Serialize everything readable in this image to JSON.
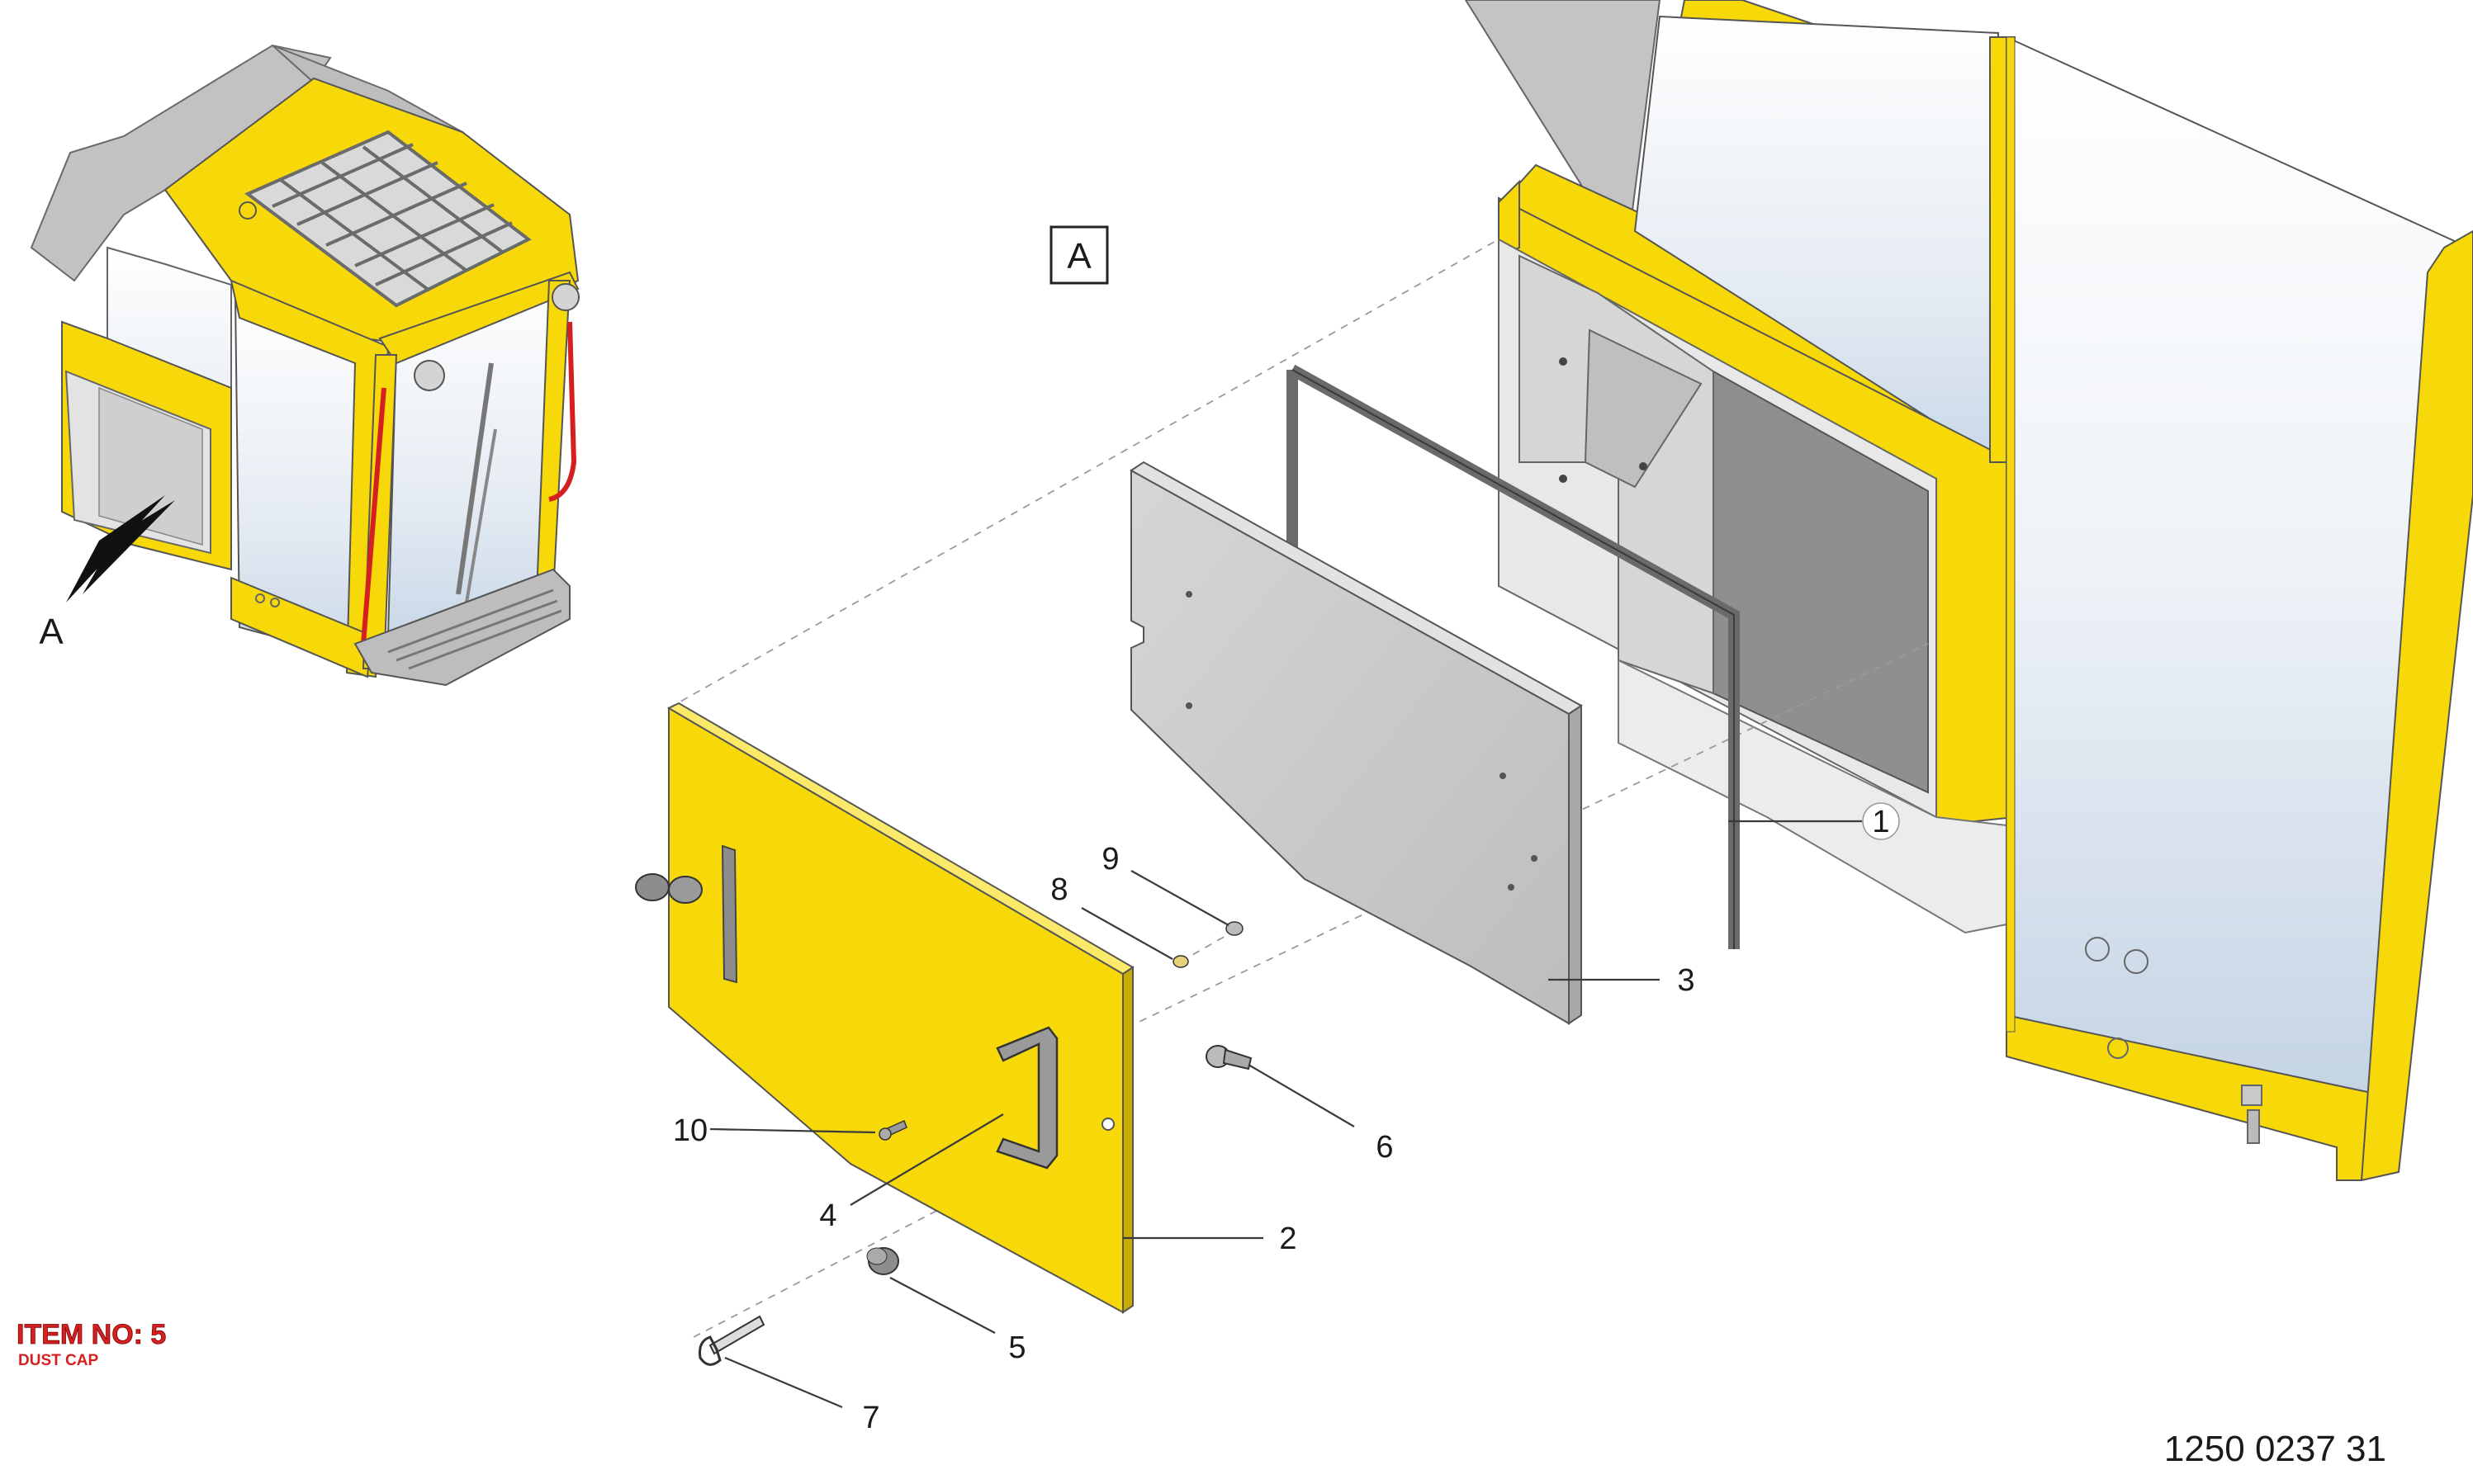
{
  "view_label": "A",
  "section_arrow_label": "A",
  "callouts": [
    {
      "id": "1",
      "label": "1"
    },
    {
      "id": "2",
      "label": "2"
    },
    {
      "id": "3",
      "label": "3"
    },
    {
      "id": "4",
      "label": "4"
    },
    {
      "id": "5",
      "label": "5"
    },
    {
      "id": "6",
      "label": "6"
    },
    {
      "id": "7",
      "label": "7"
    },
    {
      "id": "8",
      "label": "8"
    },
    {
      "id": "9",
      "label": "9"
    },
    {
      "id": "10",
      "label": "10"
    }
  ],
  "item_info": {
    "item_no": "ITEM NO: 5",
    "description": "DUST CAP"
  },
  "document_number": "1250 0237 31",
  "colors": {
    "yellow": "#f7d90a",
    "glass": "#e8eef5",
    "gray_panel": "#c4c4c4",
    "dark_gray": "#8a8a8a",
    "highlight_red": "#d42020"
  }
}
